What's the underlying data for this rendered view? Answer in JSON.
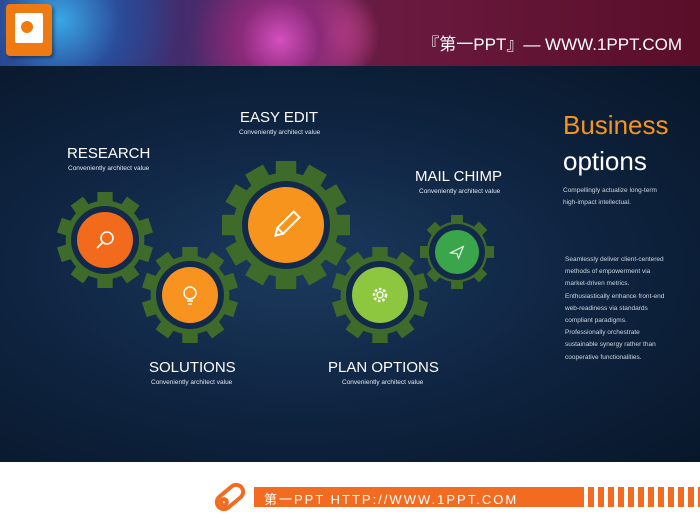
{
  "header": {
    "site": "『第一PPT』— WWW.1PPT.COM",
    "logo_icon": "powerpoint-icon"
  },
  "gears": [
    {
      "id": "research",
      "label": "RESEARCH",
      "sub": "Conveniently architect value",
      "icon": "search-icon",
      "color": "#f26a1b"
    },
    {
      "id": "solutions",
      "label": "SOLUTIONS",
      "sub": "Conveniently architect value",
      "icon": "lightbulb-icon",
      "color": "#f7931e"
    },
    {
      "id": "easy-edit",
      "label": "EASY EDIT",
      "sub": "Conveniently architect value",
      "icon": "pencil-icon",
      "color": "#f7941d"
    },
    {
      "id": "plan-options",
      "label": "PLAN OPTIONS",
      "sub": "Conveniently architect value",
      "icon": "gear-icon",
      "color": "#8dc63f"
    },
    {
      "id": "mail-chimp",
      "label": "MAIL CHIMP",
      "sub": "Conveniently architect value",
      "icon": "paper-plane-icon",
      "color": "#3aa54a"
    }
  ],
  "side": {
    "title": "Business",
    "title2": "options",
    "desc": "Compellingly actualize long-term high-impact intellectual.",
    "para": "Seamlessly deliver client-centered methods of empowerment via market-driven metrics. Enthusiastically enhance front-end web-readiness via standards compliant paradigms. Professionally orchestrate sustainable synergy rather than cooperative functionalities."
  },
  "footer": {
    "text": "第一PPT HTTP://WWW.1PPT.COM"
  },
  "colors": {
    "gear": "#3e6a2a",
    "accent": "#f26b21"
  }
}
